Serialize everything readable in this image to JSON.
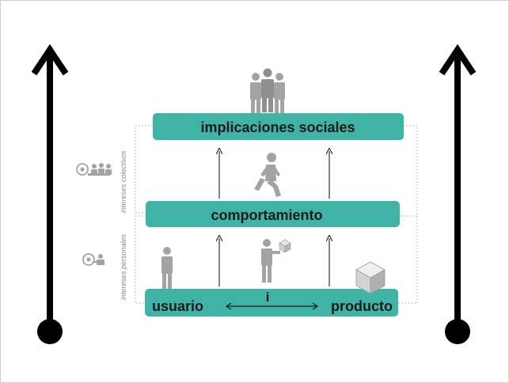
{
  "diagram": {
    "levels": {
      "social": "implicaciones sociales",
      "behavior": "comportamiento",
      "user": "usuario",
      "product": "producto"
    },
    "interaction_label": "i",
    "side_labels": {
      "collective": "intereses colectivos",
      "personal": "intereses personales"
    },
    "icons": [
      "group-of-people-icon",
      "walking-person-icon",
      "standing-person-icon",
      "person-holding-box-icon",
      "box-icon",
      "collective-interest-icon",
      "personal-interest-icon"
    ],
    "colors": {
      "bar": "#3fb3a6",
      "arrow": "#000000",
      "person": "#a3a3a3",
      "guide": "#bdbdbd"
    }
  }
}
